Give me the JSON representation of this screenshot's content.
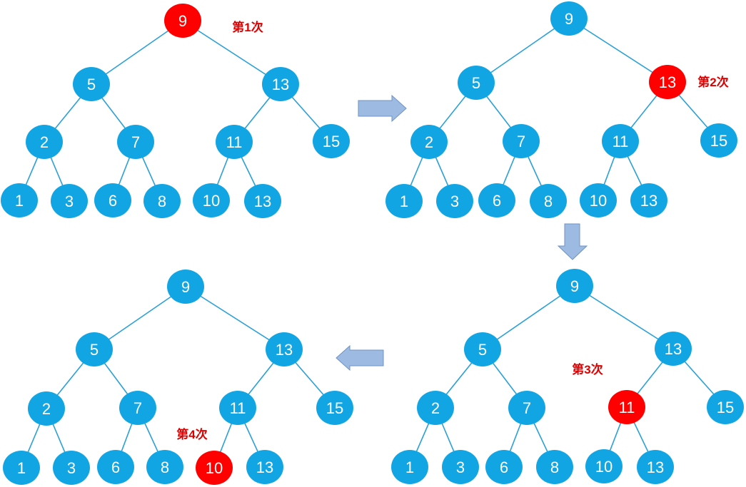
{
  "colors": {
    "node_fill": "#12A5E4",
    "node_highlight": "#FF0000",
    "edge": "#2AA0D8",
    "node_text": "#ffffff",
    "label_text": "#E00000",
    "arrow_fill": "#9DBBE2",
    "arrow_stroke": "#6F93C6"
  },
  "trees": [
    {
      "id": "step-1",
      "step_label": "第1次",
      "highlight": "root",
      "nodes": {
        "root": "9",
        "l": "5",
        "r": "13",
        "ll": "2",
        "lr": "7",
        "rl": "11",
        "rr": "15",
        "lll": "1",
        "llr": "3",
        "lrl": "6",
        "lrr": "8",
        "rll": "10",
        "rlr": "13"
      }
    },
    {
      "id": "step-2",
      "step_label": "第2次",
      "highlight": "r",
      "nodes": {
        "root": "9",
        "l": "5",
        "r": "13",
        "ll": "2",
        "lr": "7",
        "rl": "11",
        "rr": "15",
        "lll": "1",
        "llr": "3",
        "lrl": "6",
        "lrr": "8",
        "rll": "10",
        "rlr": "13"
      }
    },
    {
      "id": "step-3",
      "step_label": "第3次",
      "highlight": "rl",
      "nodes": {
        "root": "9",
        "l": "5",
        "r": "13",
        "ll": "2",
        "lr": "7",
        "rl": "11",
        "rr": "15",
        "lll": "1",
        "llr": "3",
        "lrl": "6",
        "lrr": "8",
        "rll": "10",
        "rlr": "13"
      }
    },
    {
      "id": "step-4",
      "step_label": "第4次",
      "highlight": "rll",
      "nodes": {
        "root": "9",
        "l": "5",
        "r": "13",
        "ll": "2",
        "lr": "7",
        "rl": "11",
        "rr": "15",
        "lll": "1",
        "llr": "3",
        "lrl": "6",
        "lrr": "8",
        "rll": "10",
        "rlr": "13"
      }
    }
  ],
  "arrows": [
    {
      "id": "step-1-to-2",
      "direction": "right"
    },
    {
      "id": "step-2-to-3",
      "direction": "down"
    },
    {
      "id": "step-3-to-4",
      "direction": "left"
    }
  ]
}
